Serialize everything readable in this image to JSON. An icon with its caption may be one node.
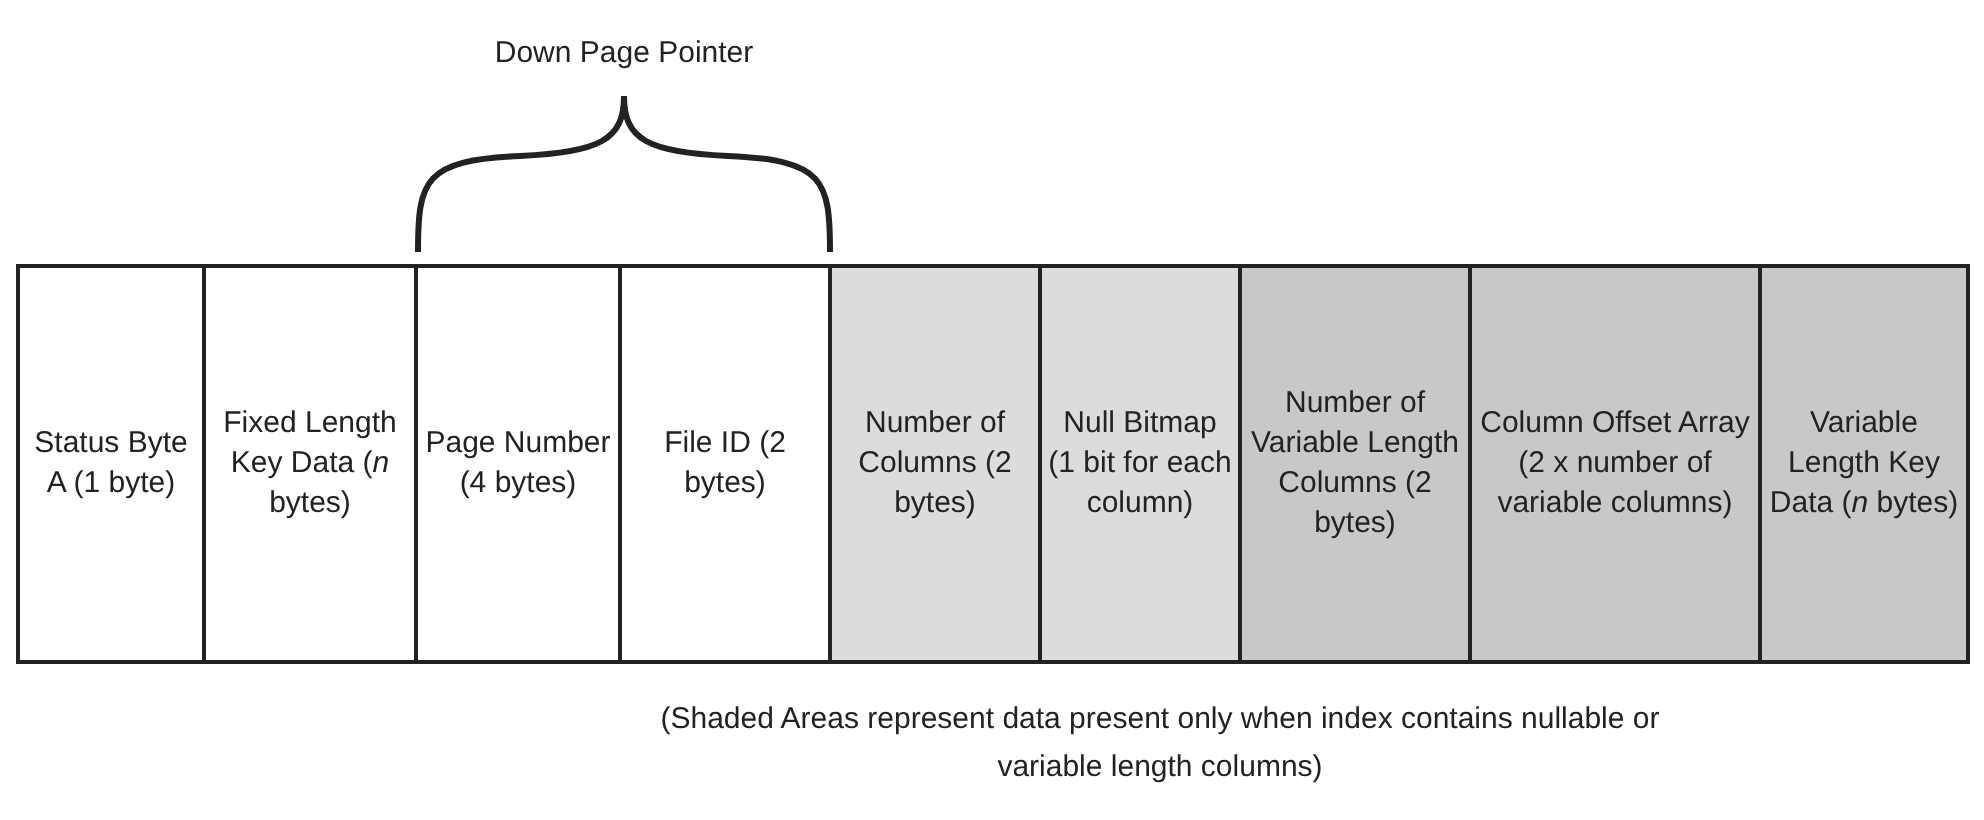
{
  "diagram": {
    "caption": "(Shaded Areas represent data present only when index contains nullable or variable length columns)",
    "nodes": [
      {
        "text": [
          "Status Byte A (1 byte)"
        ]
      },
      {
        "text": [
          "Fixed Length Key Data (*n* bytes)"
        ]
      },
      {
        "text": [
          "Page Number (4 bytes)"
        ]
      },
      {
        "text": [
          "File ID (2 bytes)"
        ]
      },
      {
        "text": [
          "Number of Columns (2 bytes)"
        ]
      },
      {
        "text": [
          "Null Bitmap (1 bit for each column)"
        ]
      },
      {
        "text": [
          "Number of Variable Length Columns (2 bytes)"
        ]
      },
      {
        "text": [
          "Column Offset Array (2 x number of variable columns)"
        ]
      },
      {
        "text": [
          "Variable Length Key Data (*n* bytes)"
        ]
      }
    ],
    "labels": [
      "Down Page Pointer"
    ]
  }
}
